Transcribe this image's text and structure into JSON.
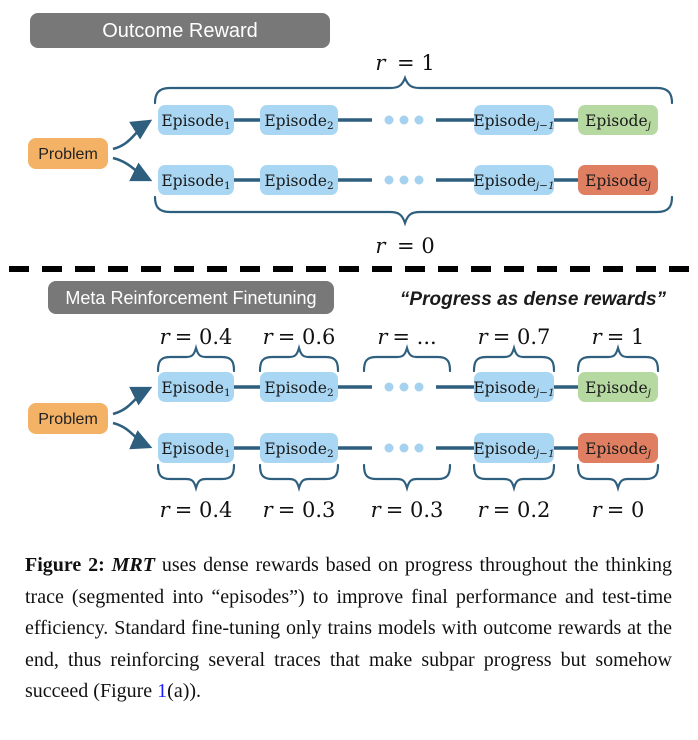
{
  "colors": {
    "header_bg": "#787878",
    "header_text": "#ffffff",
    "episode_blue": "#a9d7f3",
    "episode_green": "#b6d9a1",
    "episode_red": "#df7e61",
    "problem_orange": "#f4b266",
    "connector": "#2e5f7e",
    "dots_blue": "#a5d2ee",
    "divider_black": "#000000",
    "link_blue": "#1a1aff"
  },
  "outcome": {
    "header": "Outcome Reward",
    "problem": "Problem",
    "reward_top": {
      "var": "r",
      "rest": "= 1"
    },
    "reward_bottom": {
      "var": "r",
      "rest": "= 0"
    },
    "rows": [
      {
        "episodes": [
          {
            "base": "Episode",
            "sub": "1"
          },
          {
            "base": "Episode",
            "sub": "2"
          },
          {
            "base": "Episode",
            "sub": "j−1"
          },
          {
            "base": "Episode",
            "sub": "j"
          }
        ]
      },
      {
        "episodes": [
          {
            "base": "Episode",
            "sub": "1"
          },
          {
            "base": "Episode",
            "sub": "2"
          },
          {
            "base": "Episode",
            "sub": "j−1"
          },
          {
            "base": "Episode",
            "sub": "j"
          }
        ]
      }
    ]
  },
  "mrt": {
    "header": "Meta Reinforcement Finetuning",
    "tagline": "“Progress as dense rewards”",
    "problem": "Problem",
    "rewards_top": [
      {
        "var": "r",
        "rest": "= 0.4"
      },
      {
        "var": "r",
        "rest": "= 0.6"
      },
      {
        "var": "r",
        "rest": "= ..."
      },
      {
        "var": "r",
        "rest": "= 0.7"
      },
      {
        "var": "r",
        "rest": "= 1"
      }
    ],
    "rewards_bottom": [
      {
        "var": "r",
        "rest": "= 0.4"
      },
      {
        "var": "r",
        "rest": "= 0.3"
      },
      {
        "var": "r",
        "rest": "= 0.3"
      },
      {
        "var": "r",
        "rest": "= 0.2"
      },
      {
        "var": "r",
        "rest": "= 0"
      }
    ],
    "rows": [
      {
        "episodes": [
          {
            "base": "Episode",
            "sub": "1"
          },
          {
            "base": "Episode",
            "sub": "2"
          },
          {
            "base": "Episode",
            "sub": "j−1"
          },
          {
            "base": "Episode",
            "sub": "j"
          }
        ]
      },
      {
        "episodes": [
          {
            "base": "Episode",
            "sub": "1"
          },
          {
            "base": "Episode",
            "sub": "2"
          },
          {
            "base": "Episode",
            "sub": "j−1"
          },
          {
            "base": "Episode",
            "sub": "j"
          }
        ]
      }
    ]
  },
  "caption": {
    "label": "Figure 2:",
    "mrt_name": "MRT",
    "body1": "uses dense rewards based on progress throughout the thinking trace (segmented into “episodes”) to improve final performance and test-time efficiency. Standard fine-tuning only trains models with outcome rewards at the end, thus reinforcing several traces that make subpar progress but somehow succeed (Figure",
    "ref": "1",
    "body2": "(a))."
  }
}
